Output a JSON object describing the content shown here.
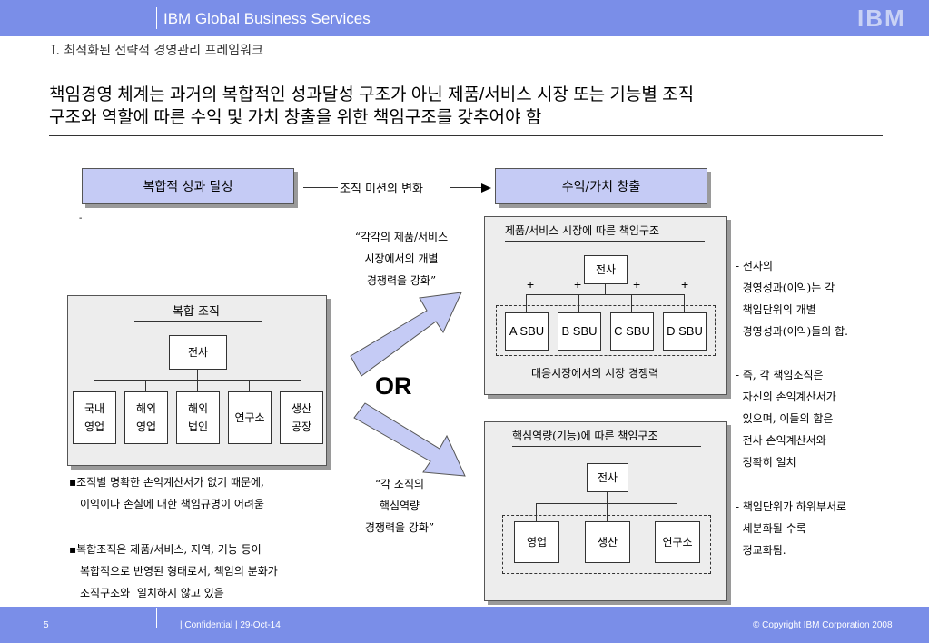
{
  "header": {
    "title": "IBM Global Business Services",
    "logo": "IBM"
  },
  "section": "Ⅰ. 최적화된 전략적 경영관리 프레임워크",
  "headline": {
    "line1": "책임경영 체계는 과거의 복합적인 성과달성 구조가 아닌 제품/서비스 시장 또는 기능별 조직",
    "line2": "구조와 역할에 따른 수익 및 가치 창출을 위한 책임구조를 갖추어야 함"
  },
  "top_flow": {
    "left_box": "복합적 성과 달성",
    "arrow_label": "조직 미션의 변화",
    "right_box": "수익/가치 창출",
    "stray_mark": "-"
  },
  "left_panel": {
    "title": "복합 조직",
    "root": "전사",
    "units": [
      {
        "l1": "국내",
        "l2": "영업"
      },
      {
        "l1": "해외",
        "l2": "영업"
      },
      {
        "l1": "해외",
        "l2": "법인"
      },
      {
        "l1": "연구소",
        "l2": ""
      },
      {
        "l1": "생산",
        "l2": "공장"
      }
    ]
  },
  "left_bullets": [
    {
      "marker": "▪",
      "lines": [
        "조직별 명확한 손익계산서가 없기 때문에,",
        "이익이나 손실에 대한 책임규명이 어려움"
      ]
    },
    {
      "marker": "▪",
      "lines": [
        "복합조직은 제품/서비스, 지역, 기능 등이",
        "복합적으로 반영된 형태로서, 책임의 분화가",
        "조직구조와  일치하지 않고 있음"
      ]
    }
  ],
  "quote_top": [
    "“각각의 제품/서비스",
    "시장에서의 개별",
    "경쟁력을 강화”"
  ],
  "quote_bottom": [
    "“각 조직의",
    "핵심역량",
    "경쟁력을 강화”"
  ],
  "or_label": "OR",
  "sbu_panel": {
    "title": "제품/서비스 시장에 따른 책임구조",
    "root": "전사",
    "plus": [
      "+",
      "+",
      "+",
      "+"
    ],
    "units": [
      "A SBU",
      "B SBU",
      "C SBU",
      "D SBU"
    ],
    "caption": "대응시장에서의 시장 경쟁력"
  },
  "core_panel": {
    "title": "핵심역량(기능)에 따른 책임구조",
    "root": "전사",
    "units": [
      "영업",
      "생산",
      "연구소"
    ]
  },
  "right_notes": [
    [
      "- 전사의",
      "  경영성과(이익)는 각",
      "  책임단위의 개별",
      "  경영성과(이익)들의 합."
    ],
    [
      "- 즉, 각 책임조직은",
      "  자신의 손익계산서가",
      "  있으며, 이들의 합은",
      "  전사 손익계산서와",
      "  정확히 일치"
    ],
    [
      "- 책임단위가 하위부서로",
      "  세분화될 수록",
      "  정교화됨."
    ]
  ],
  "footer": {
    "page": "5",
    "confidential": "| Confidential  |  29-Oct-14",
    "copyright": "© Copyright IBM Corporation 2008"
  },
  "colors": {
    "bar": "#7a8ee8",
    "blue_box": "#c5cbf5",
    "panel": "#ededed"
  }
}
